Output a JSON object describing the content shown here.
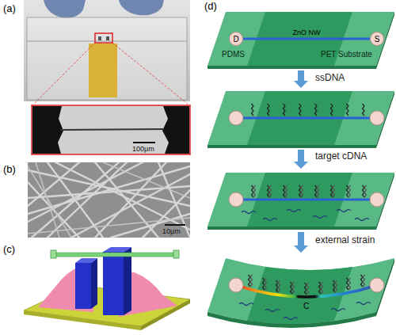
{
  "diagram": {
    "nodes": [
      {
        "text": [
          "D"
        ]
      },
      {
        "text": [
          "S"
        ]
      }
    ],
    "edges": [
      {
        "from": 0,
        "to": 1,
        "arrow": "none",
        "label": "ZnO NW"
      }
    ],
    "labels": [
      "(a)",
      "100μm",
      "(b)",
      "10μm",
      "(c)",
      "(d)",
      "PDMS",
      "PET Substrate",
      "ssDNA",
      "target cDNA",
      "external strain",
      "C"
    ]
  }
}
